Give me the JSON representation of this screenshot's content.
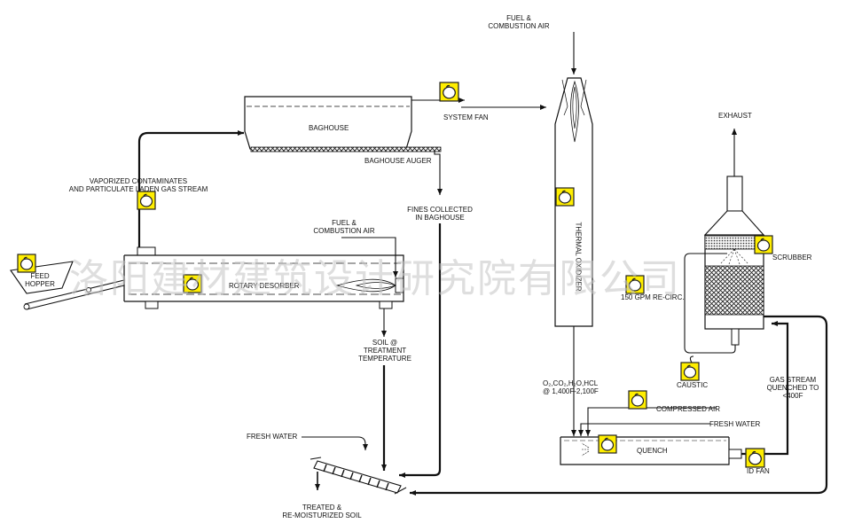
{
  "labels": {
    "fuel_air_top_1": "FUEL &",
    "fuel_air_top_2": "COMBUSTION AIR",
    "baghouse": "BAGHOUSE",
    "system_fan": "SYSTEM FAN",
    "baghouse_auger": "BAGHOUSE AUGER",
    "vaporized_1": "VAPORIZED CONTAMINATES",
    "vaporized_2": "AND PARTICULATE LADEN GAS STREAM",
    "fines_1": "FINES COLLECTED",
    "fines_2": "IN BAGHOUSE",
    "thermal_oxidizer": "THERMAL OXIDIZER",
    "fuel_air_mid_1": "FUEL &",
    "fuel_air_mid_2": "COMBUSTION AIR",
    "feed_hopper_1": "FEED",
    "feed_hopper_2": "HOPPER",
    "rotary_desorber": "ROTARY DESORBER",
    "soil_1": "SOIL @",
    "soil_2": "TREATMENT",
    "soil_3": "TEMPERATURE",
    "exhaust": "EXHAUST",
    "scrubber": "SCRUBBER",
    "recirc": "150 GPM RE-CIRC.",
    "caustic": "CAUSTIC",
    "gases_1": "O₂,CO₂,H₂O,HCL",
    "gases_2": "@ 1,400F-2,100F",
    "compressed_air": "COMPRESSED AIR",
    "fresh_water_right": "FRESH WATER",
    "quench": "QUENCH",
    "gas_stream_1": "GAS STREAM",
    "gas_stream_2": "QUENCHED TO",
    "gas_stream_3": "<400F",
    "id_fan": "ID FAN",
    "fresh_water_left": "FRESH WATER",
    "treated_1": "TREATED &",
    "treated_2": "RE-MOISTURIZED SOIL"
  },
  "watermark": "洛阳建材建筑设计研究院有限公司",
  "colors": {
    "line": "#111111",
    "marker_fill": "#ffee00",
    "marker_stroke": "#222222",
    "watermark": "#c4c4c4"
  },
  "icons": {
    "marker": "person-head-icon"
  }
}
